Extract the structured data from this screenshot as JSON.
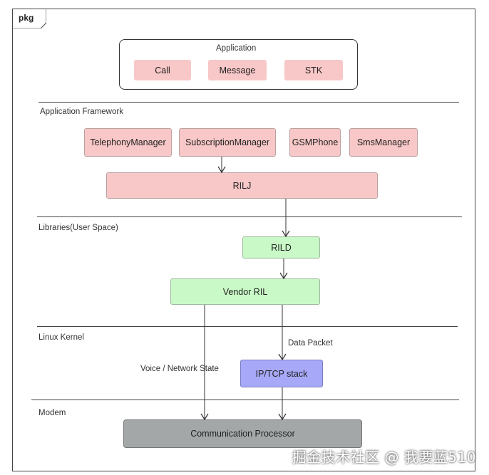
{
  "package": {
    "label": "pkg"
  },
  "application": {
    "title": "Application",
    "items": [
      "Call",
      "Message",
      "STK"
    ]
  },
  "layers": {
    "framework": "Application Framework",
    "libraries": "Libraries(User Space)",
    "kernel": "Linux Kernel",
    "modem": "Modem"
  },
  "framework_nodes": {
    "telephony": "TelephonyManager",
    "subscription": "SubscriptionManager",
    "gsmphone": "GSMPhone",
    "sms": "SmsManager",
    "rilj": "RILJ"
  },
  "library_nodes": {
    "rild": "RILD",
    "vendor_ril": "Vendor RIL"
  },
  "kernel_nodes": {
    "iptcp": "IP/TCP stack"
  },
  "modem_nodes": {
    "cp": "Communication Processor"
  },
  "edge_labels": {
    "data_packet": "Data Packet",
    "voice_state": "Voice / Network State"
  },
  "watermark": "掘金技术社区 @ 我要蓝510",
  "colors": {
    "app_component": "#f8c7c7",
    "framework_component": "#f8c7c7",
    "library_component": "#c9f9c6",
    "kernel_component": "#a7a8f8",
    "modem_component": "#a3a7a7"
  }
}
